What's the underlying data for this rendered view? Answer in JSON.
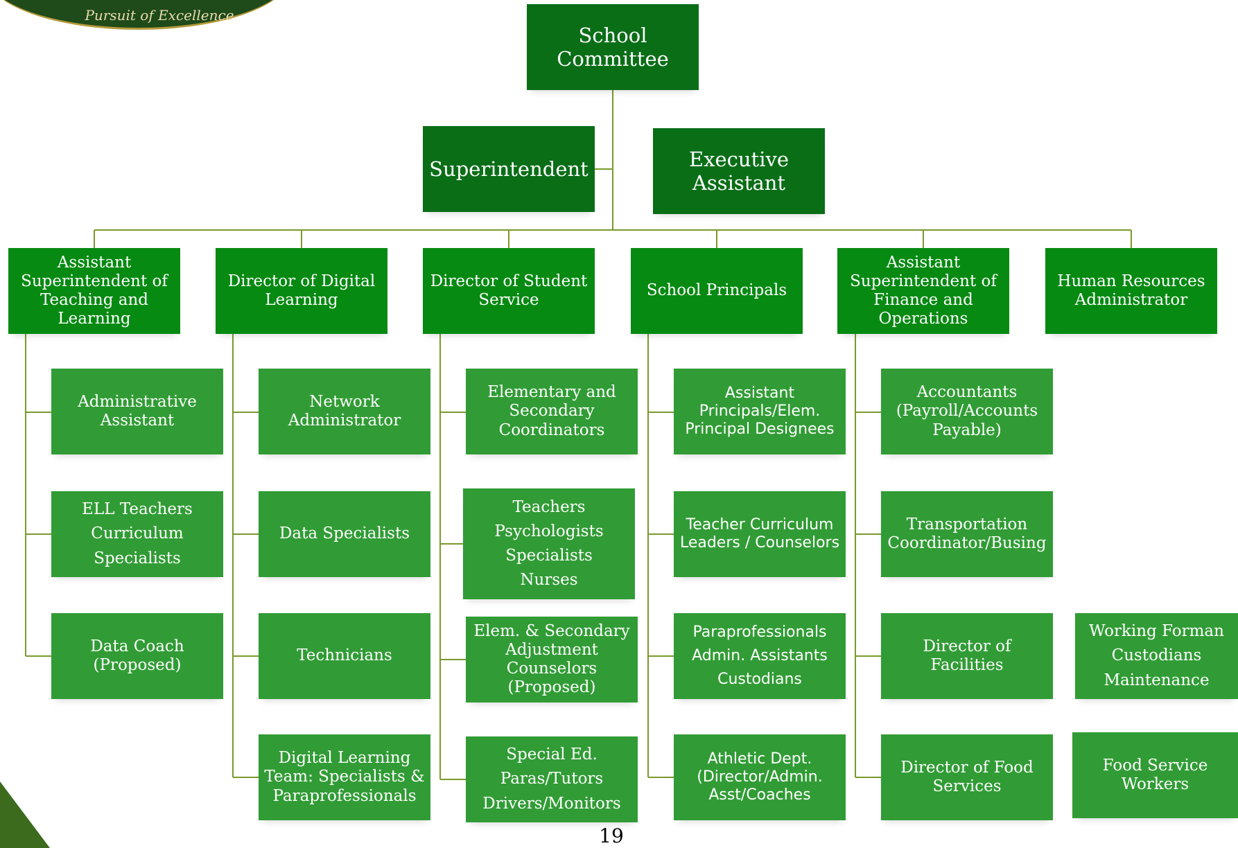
{
  "logo_tagline": "Pursuit of Excellence",
  "page_number": "19",
  "colors": {
    "connector": "#7a9a2a",
    "dark": "#0a6e17",
    "mid": "#078a12",
    "light": "#319c35"
  },
  "nodes": {
    "committee": {
      "lines": [
        "School",
        "Committee"
      ]
    },
    "superintendent": {
      "lines": [
        "Superintendent"
      ]
    },
    "exec_assistant": {
      "lines": [
        "Executive",
        "Assistant"
      ]
    },
    "asst_sup_tl": {
      "lines": [
        "Assistant",
        "Superintendent of",
        "Teaching and",
        "Learning"
      ]
    },
    "dir_digital": {
      "lines": [
        "Director of Digital",
        "Learning"
      ]
    },
    "dir_student": {
      "lines": [
        "Director of Student",
        "Service"
      ]
    },
    "principals": {
      "lines": [
        "School Principals"
      ]
    },
    "asst_sup_fo": {
      "lines": [
        "Assistant",
        "Superintendent of",
        "Finance and",
        "Operations"
      ]
    },
    "hr_admin": {
      "lines": [
        "Human Resources",
        "Administrator"
      ]
    },
    "admin_asst": {
      "lines": [
        "Administrative",
        "Assistant"
      ]
    },
    "ell_teachers": {
      "lines": [
        "ELL Teachers",
        "Curriculum",
        "Specialists"
      ]
    },
    "data_coach": {
      "lines": [
        "Data Coach",
        "(Proposed)"
      ]
    },
    "network_admin": {
      "lines": [
        "Network",
        "Administrator"
      ]
    },
    "data_specialists": {
      "lines": [
        "Data Specialists"
      ]
    },
    "technicians": {
      "lines": [
        "Technicians"
      ]
    },
    "dl_team": {
      "lines": [
        "Digital Learning",
        "Team: Specialists &",
        "Paraprofessionals"
      ]
    },
    "elem_sec_coord": {
      "lines": [
        "Elementary and",
        "Secondary",
        "Coordinators"
      ]
    },
    "teachers_group": {
      "lines": [
        "Teachers",
        "Psychologists",
        "Specialists",
        "Nurses"
      ]
    },
    "adj_counselors": {
      "lines": [
        "Elem. & Secondary",
        "Adjustment",
        "Counselors",
        "(Proposed)"
      ]
    },
    "sped": {
      "lines": [
        "Special Ed.",
        "Paras/Tutors",
        "Drivers/Monitors"
      ]
    },
    "asst_principals": {
      "lines": [
        "Assistant",
        "Principals/Elem.",
        "Principal Designees"
      ]
    },
    "teacher_leaders": {
      "lines": [
        "Teacher Curriculum",
        "Leaders / Counselors"
      ]
    },
    "paras": {
      "lines": [
        "Paraprofessionals",
        "Admin. Assistants",
        "Custodians"
      ]
    },
    "athletic": {
      "lines": [
        "Athletic Dept.",
        "(Director/Admin.",
        "Asst/Coaches"
      ]
    },
    "accountants": {
      "lines": [
        "Accountants",
        "(Payroll/Accounts",
        "Payable)"
      ]
    },
    "transport": {
      "lines": [
        "Transportation",
        "Coordinator/Busing"
      ]
    },
    "dir_facilities": {
      "lines": [
        "Director of Facilities"
      ]
    },
    "dir_food": {
      "lines": [
        "Director of Food",
        "Services"
      ]
    },
    "forman": {
      "lines": [
        "Working Forman",
        "Custodians",
        "Maintenance"
      ]
    },
    "food_workers": {
      "lines": [
        "Food Service",
        "Workers"
      ]
    }
  }
}
